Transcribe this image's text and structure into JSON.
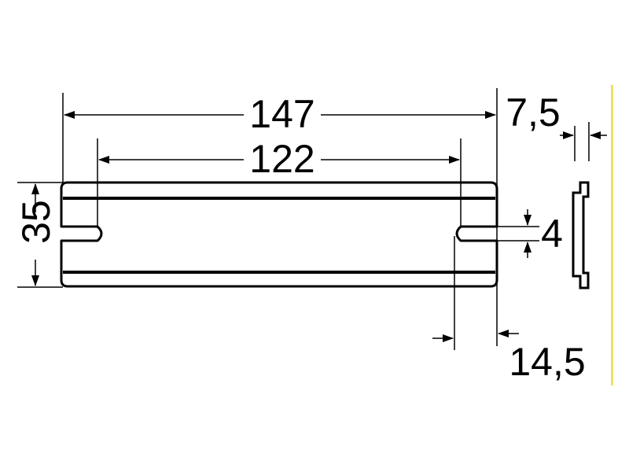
{
  "drawing": {
    "dimensions": {
      "overall_length": "147",
      "slot_center_distance": "122",
      "profile_thickness": "7,5",
      "rail_height": "35",
      "slot_width": "4",
      "end_slot_offset": "14,5"
    },
    "colors": {
      "stroke": "#000000",
      "background": "#ffffff",
      "edge_accent": "#f2e066"
    }
  }
}
